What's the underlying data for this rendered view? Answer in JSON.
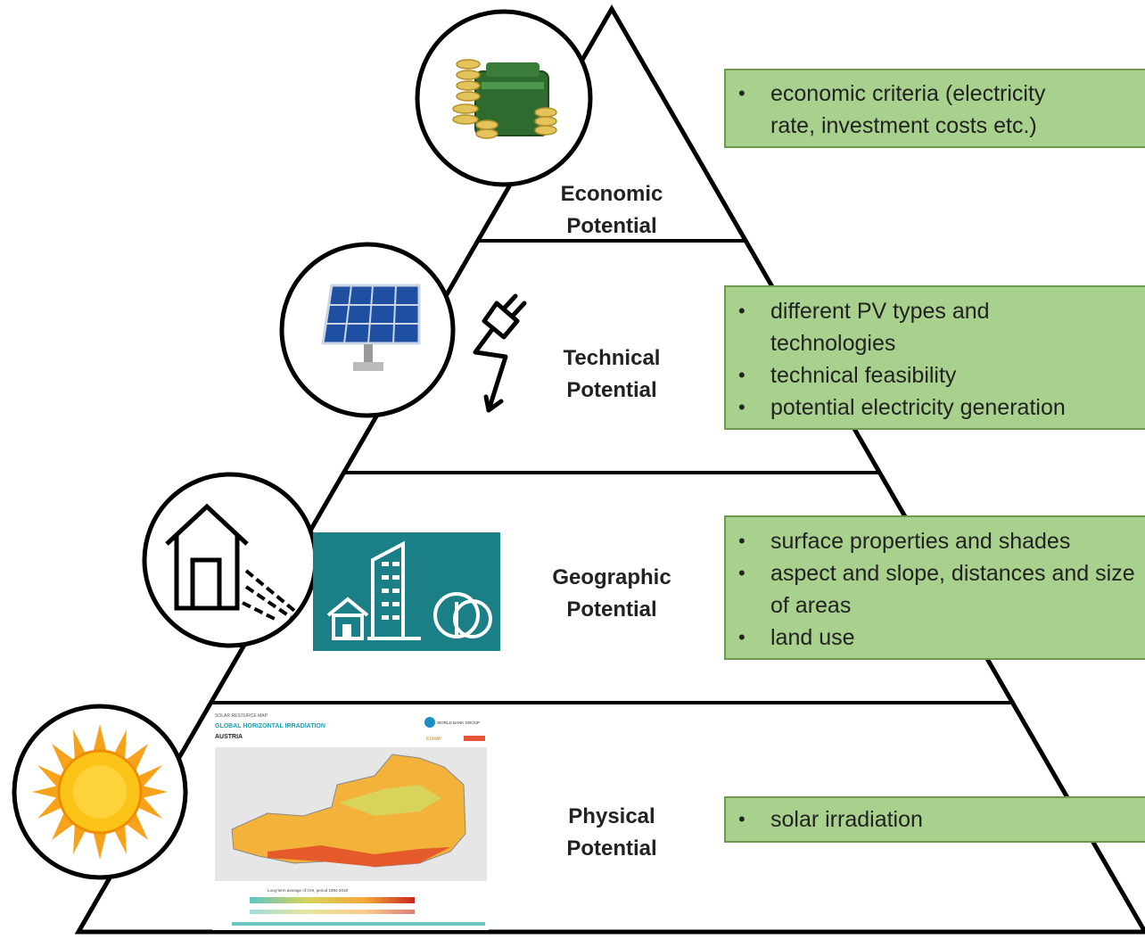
{
  "levels": [
    {
      "title_line1": "Economic",
      "title_line2": "Potential",
      "bullets": [
        "economic criteria (electricity rate, investment costs etc.)"
      ]
    },
    {
      "title_line1": "Technical",
      "title_line2": "Potential",
      "bullets": [
        "different PV types and technologies",
        "technical feasibility",
        "potential electricity generation"
      ]
    },
    {
      "title_line1": "Geographic",
      "title_line2": "Potential",
      "bullets": [
        "surface properties and shades",
        "aspect and slope, distances and size of areas",
        "land use"
      ]
    },
    {
      "title_line1": "Physical",
      "title_line2": "Potential",
      "bullets": [
        "solar irradiation"
      ]
    }
  ],
  "map": {
    "header_small": "SOLAR RESOURCE MAP",
    "title": "GLOBAL HORIZONTAL IRRADIATION",
    "country": "AUSTRIA",
    "brand": "WORLD BANK GROUP",
    "brand2": "ESMAP",
    "legend_caption": "Long-term average of GHI, period 1994-2018"
  },
  "colors": {
    "box_fill": "#a9d18e",
    "box_border": "#6d9a4e",
    "teal_panel": "#1a7f86",
    "pyramid_line": "#000000"
  },
  "icons": [
    "money-icon",
    "solar-panel-icon",
    "plug-icon",
    "house-shade-icon",
    "buildings-icon",
    "sun-icon",
    "irradiation-map"
  ]
}
